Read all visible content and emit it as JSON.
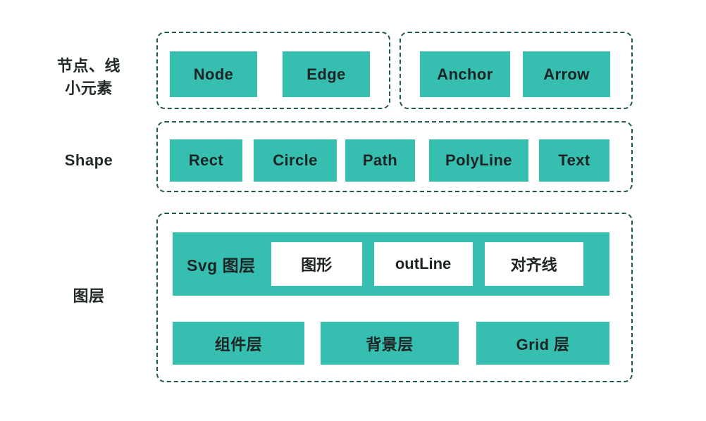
{
  "theme": {
    "chip_color": "#36beb0",
    "dash_border_color": "#205851",
    "text_color": "#1d2423",
    "background": "#ffffff"
  },
  "rows": [
    {
      "label": "节点、线\n小元素",
      "label_line1": "节点、线",
      "label_line2": "小元素",
      "groups": [
        {
          "name": "node-edge-group",
          "items": [
            "Node",
            "Edge"
          ]
        },
        {
          "name": "anchor-arrow-group",
          "items": [
            "Anchor",
            "Arrow"
          ]
        }
      ]
    },
    {
      "label": "Shape",
      "groups": [
        {
          "name": "shape-group",
          "items": [
            "Rect",
            "Circle",
            "Path",
            "PolyLine",
            "Text"
          ]
        }
      ]
    },
    {
      "label": "图层",
      "groups": [
        {
          "name": "layer-group",
          "svg_layer": {
            "title": "Svg 图层",
            "items": [
              "图形",
              "outLine",
              "对齐线"
            ]
          },
          "bottom_items": [
            "组件层",
            "背景层",
            "Grid 层"
          ]
        }
      ]
    }
  ],
  "labels": {
    "row1_line1": "节点、线",
    "row1_line2": "小元素",
    "row2": "Shape",
    "row3": "图层"
  },
  "nodes": {
    "node": "Node",
    "edge": "Edge",
    "anchor": "Anchor",
    "arrow": "Arrow"
  },
  "shapes": {
    "rect": "Rect",
    "circle": "Circle",
    "path": "Path",
    "polyline": "PolyLine",
    "text": "Text"
  },
  "layers": {
    "svg_title": "Svg 图层",
    "graphic": "图形",
    "outline": "outLine",
    "alignline": "对齐线",
    "component": "组件层",
    "background": "背景层",
    "grid": "Grid 层"
  }
}
